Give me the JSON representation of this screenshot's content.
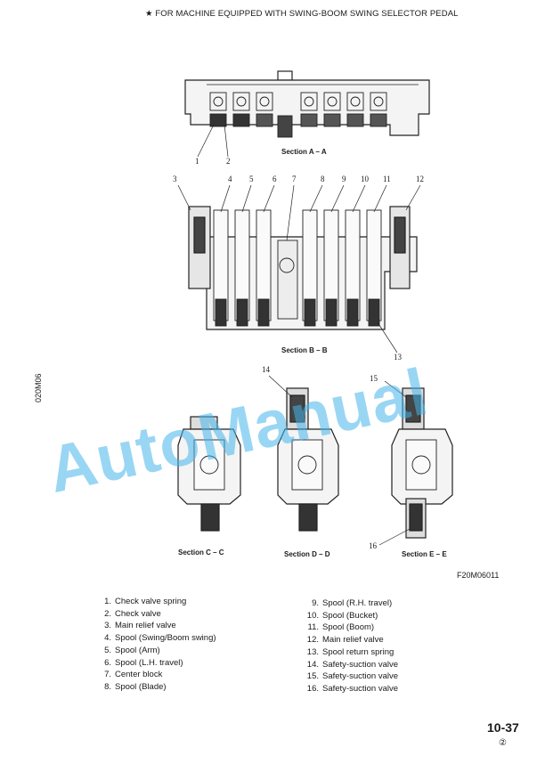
{
  "header": "★ FOR MACHINE EQUIPPED WITH SWING-BOOM SWING SELECTOR PEDAL",
  "side_code": "020M06",
  "sections": {
    "a": "Section A – A",
    "b": "Section B – B",
    "c": "Section C – C",
    "d": "Section D – D",
    "e": "Section E – E"
  },
  "callouts": [
    "1",
    "2",
    "3",
    "4",
    "5",
    "6",
    "7",
    "8",
    "9",
    "10",
    "11",
    "12",
    "13",
    "14",
    "15",
    "16"
  ],
  "figure_code": "F20M06011",
  "legend_left": [
    {
      "num": "1.",
      "text": "Check valve spring"
    },
    {
      "num": "2.",
      "text": "Check valve"
    },
    {
      "num": "3.",
      "text": "Main relief valve"
    },
    {
      "num": "4.",
      "text": "Spool (Swing/Boom swing)"
    },
    {
      "num": "5.",
      "text": "Spool (Arm)"
    },
    {
      "num": "6.",
      "text": "Spool (L.H. travel)"
    },
    {
      "num": "7.",
      "text": "Center block"
    },
    {
      "num": "8.",
      "text": "Spool (Blade)"
    }
  ],
  "legend_right": [
    {
      "num": "9.",
      "text": "Spool (R.H. travel)"
    },
    {
      "num": "10.",
      "text": "Spool (Bucket)"
    },
    {
      "num": "11.",
      "text": "Spool (Boom)"
    },
    {
      "num": "12.",
      "text": "Main relief valve"
    },
    {
      "num": "13.",
      "text": "Spool return spring"
    },
    {
      "num": "14.",
      "text": "Safety-suction valve"
    },
    {
      "num": "15.",
      "text": "Safety-suction valve"
    },
    {
      "num": "16.",
      "text": "Safety-suction valve"
    }
  ],
  "page_number": "10-37",
  "revision": "②",
  "watermark": "AutoManual"
}
